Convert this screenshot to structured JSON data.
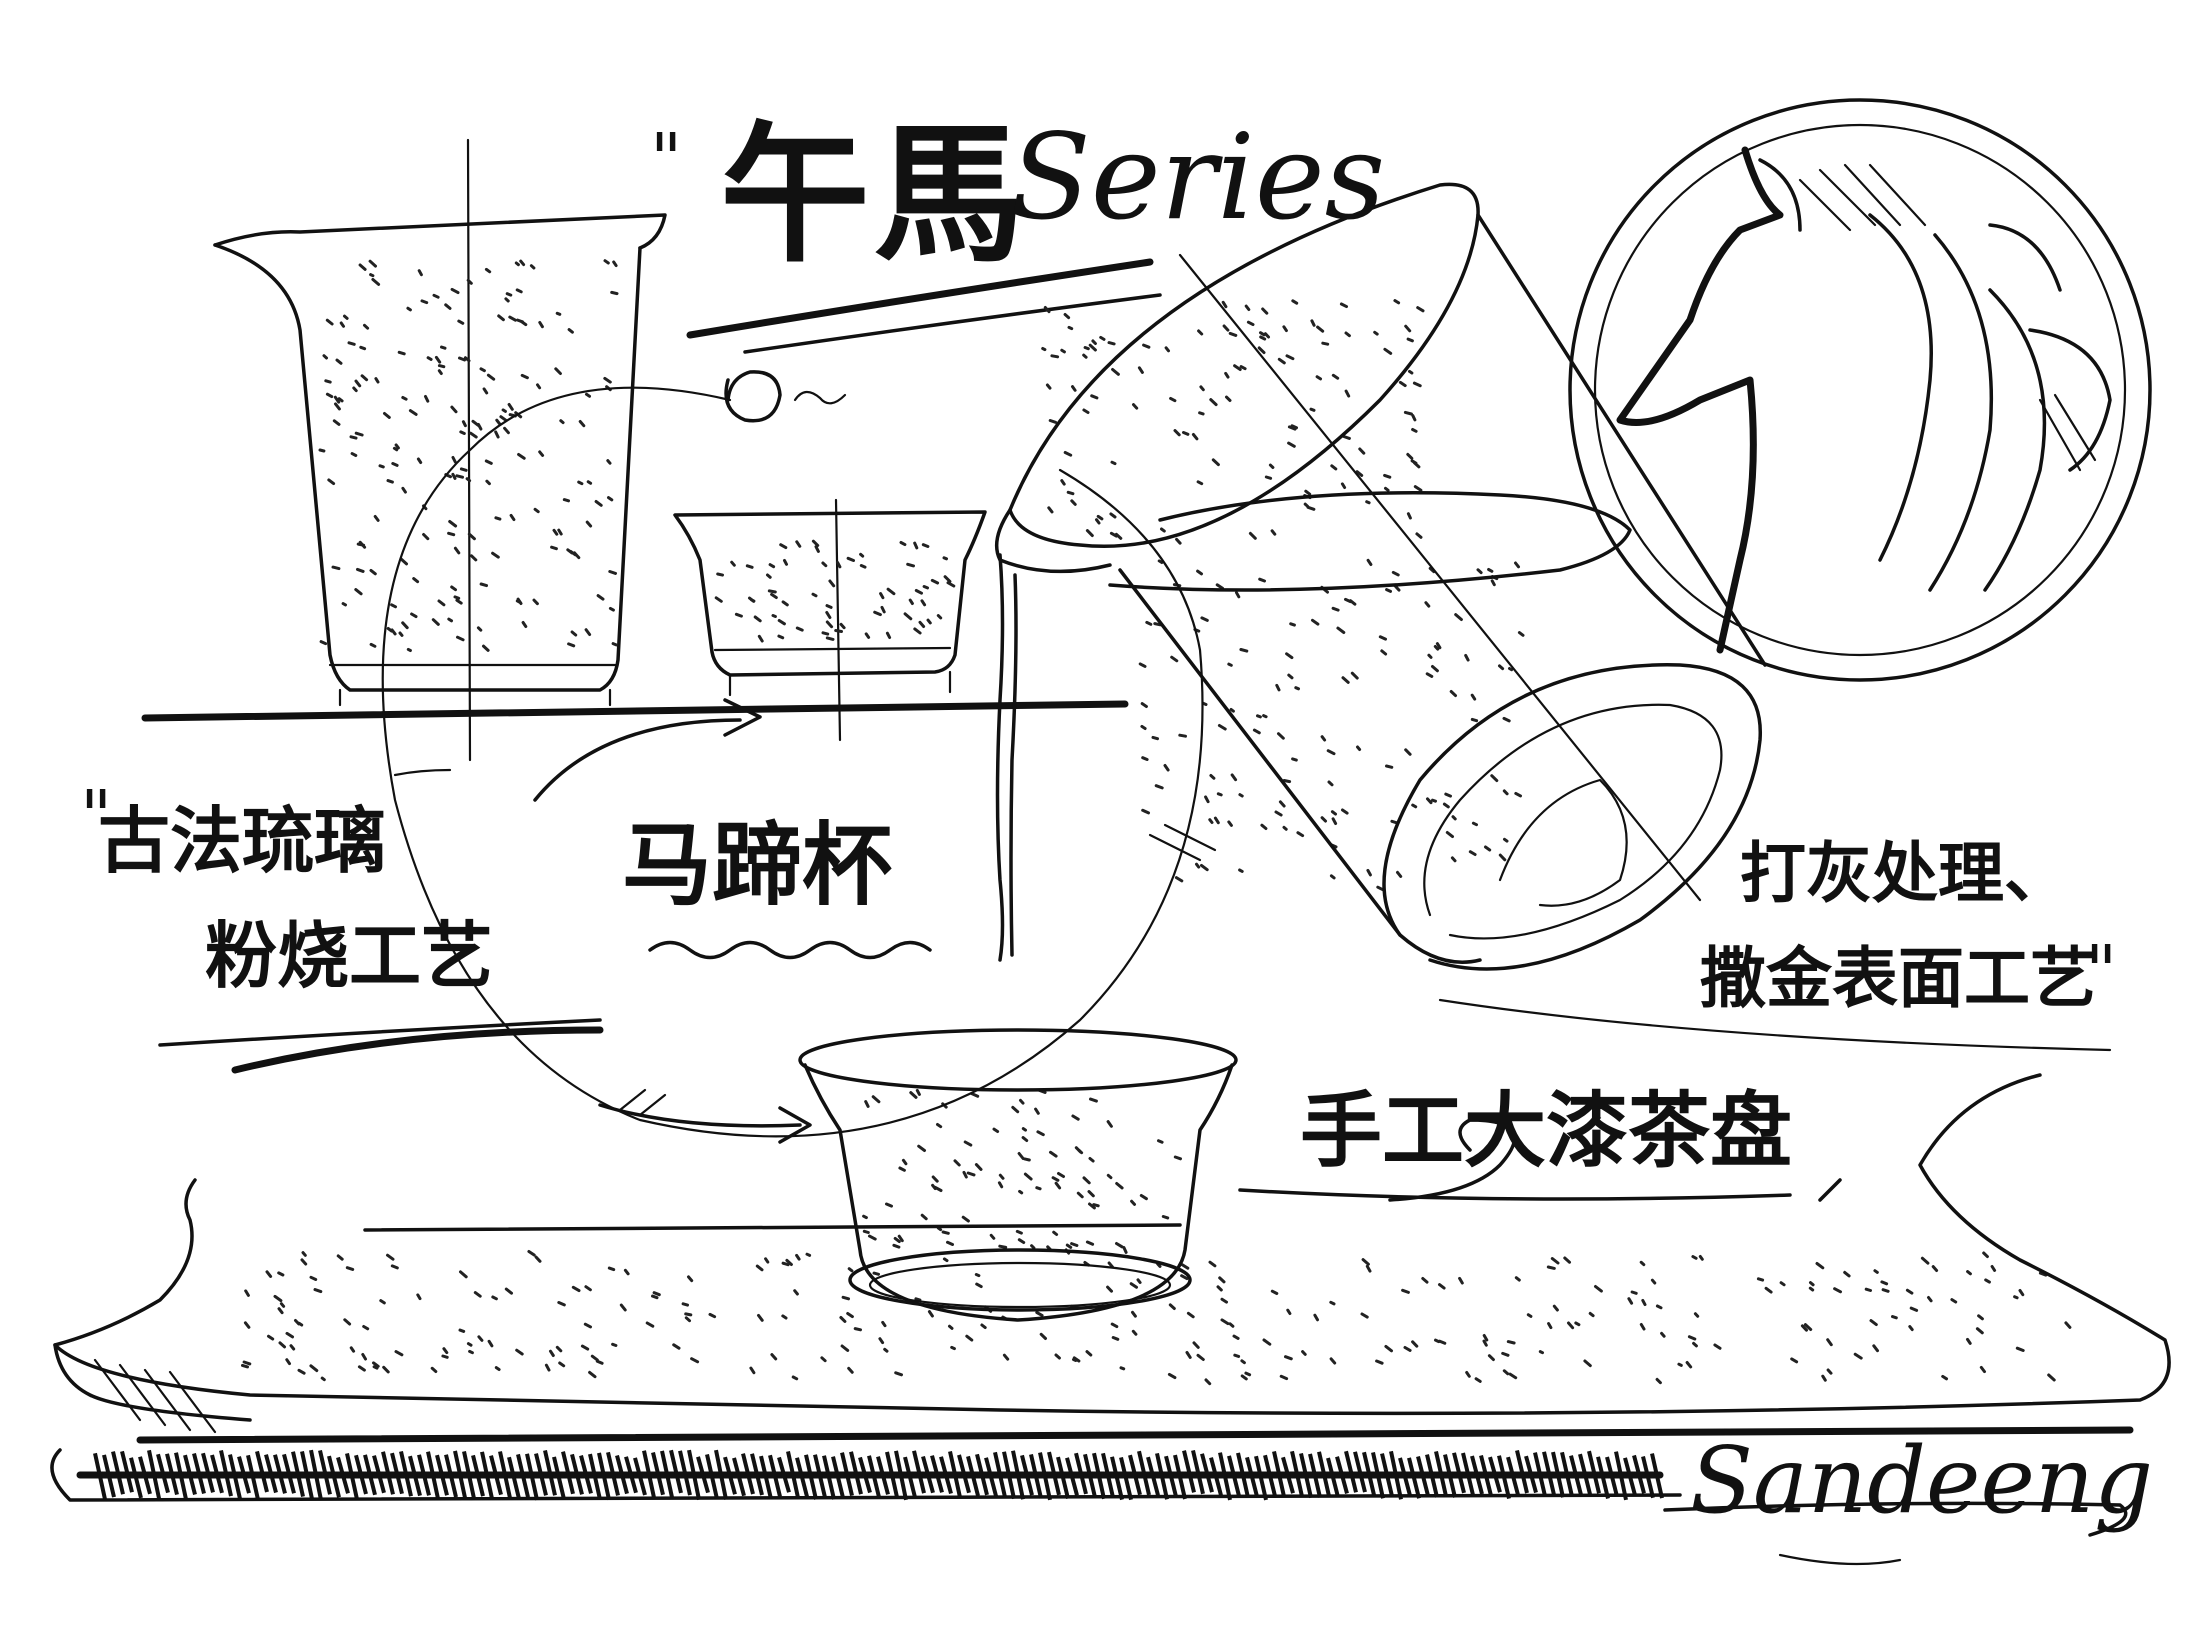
{
  "title": {
    "chinese": "午馬",
    "latin": "Series"
  },
  "annotations": {
    "glass_process_line1": "古法琉璃",
    "glass_process_line2": "粉烧工艺",
    "cup_name": "马蹄杯",
    "pitcher_process_line1": "打灰处理、",
    "pitcher_process_line2": "撒金表面工艺",
    "tray_name": "手工大漆茶盘"
  },
  "signature": "Sandeeng",
  "icons": [
    "horse-head-medallion-icon",
    "arrow-icon"
  ]
}
